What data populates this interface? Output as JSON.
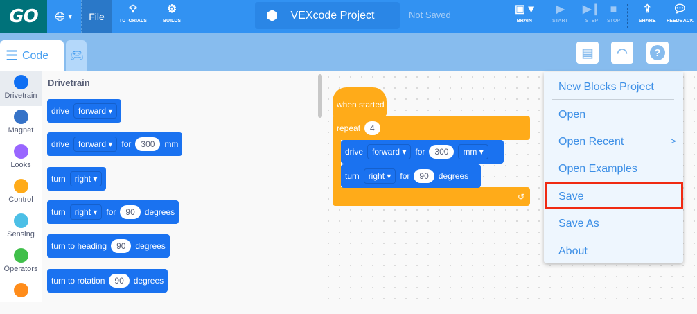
{
  "header": {
    "logo": "GO",
    "language_icon": "globe-icon",
    "file_label": "File",
    "tutorials_label": "TUTORIALS",
    "builds_label": "BUILDS",
    "project_name": "VEXcode Project",
    "save_status": "Not Saved",
    "brain_label": "BRAIN",
    "start_label": "START",
    "step_label": "STEP",
    "stop_label": "STOP",
    "share_label": "SHARE",
    "feedback_label": "FEEDBACK"
  },
  "tabs": {
    "code": "Code",
    "drive": "Drive"
  },
  "toolbar_icons": [
    "devices-icon",
    "dashboard-icon",
    "help-icon"
  ],
  "file_menu": {
    "items": [
      "New Blocks Project",
      "Open",
      "Open Recent",
      "Open Examples",
      "Save",
      "Save As",
      "About"
    ],
    "submenu_indicator": ">",
    "highlighted": "Save"
  },
  "categories": [
    {
      "label": "Drivetrain",
      "color": "#0f6ff3"
    },
    {
      "label": "Magnet",
      "color": "#3673c8"
    },
    {
      "label": "Looks",
      "color": "#9966ff"
    },
    {
      "label": "Control",
      "color": "#ffab19"
    },
    {
      "label": "Sensing",
      "color": "#4cbfe6"
    },
    {
      "label": "Operators",
      "color": "#40bf4a"
    },
    {
      "label": "",
      "color": "#ff8c1a"
    }
  ],
  "palette": {
    "heading": "Drivetrain",
    "blocks": [
      {
        "a": "drive",
        "b": "forward"
      },
      {
        "a": "drive",
        "b": "forward",
        "c": "for",
        "d": "300",
        "e": "mm"
      },
      {
        "a": "turn",
        "b": "right"
      },
      {
        "a": "turn",
        "b": "right",
        "c": "for",
        "d": "90",
        "e": "degrees"
      },
      {
        "a": "turn to heading",
        "d": "90",
        "e": "degrees"
      },
      {
        "a": "turn to rotation",
        "d": "90",
        "e": "degrees"
      }
    ]
  },
  "script": {
    "hat": "when started",
    "repeat_label": "repeat",
    "repeat_count": "4",
    "drive": {
      "label": "drive",
      "dir": "forward",
      "for": "for",
      "value": "300",
      "unit": "mm"
    },
    "turn": {
      "label": "turn",
      "dir": "right",
      "for": "for",
      "value": "90",
      "unit": "degrees"
    }
  },
  "colors": {
    "topbar": "#3292f2",
    "accent": "#1a72f0",
    "control": "#ffab19",
    "highlight": "#f02a12"
  }
}
